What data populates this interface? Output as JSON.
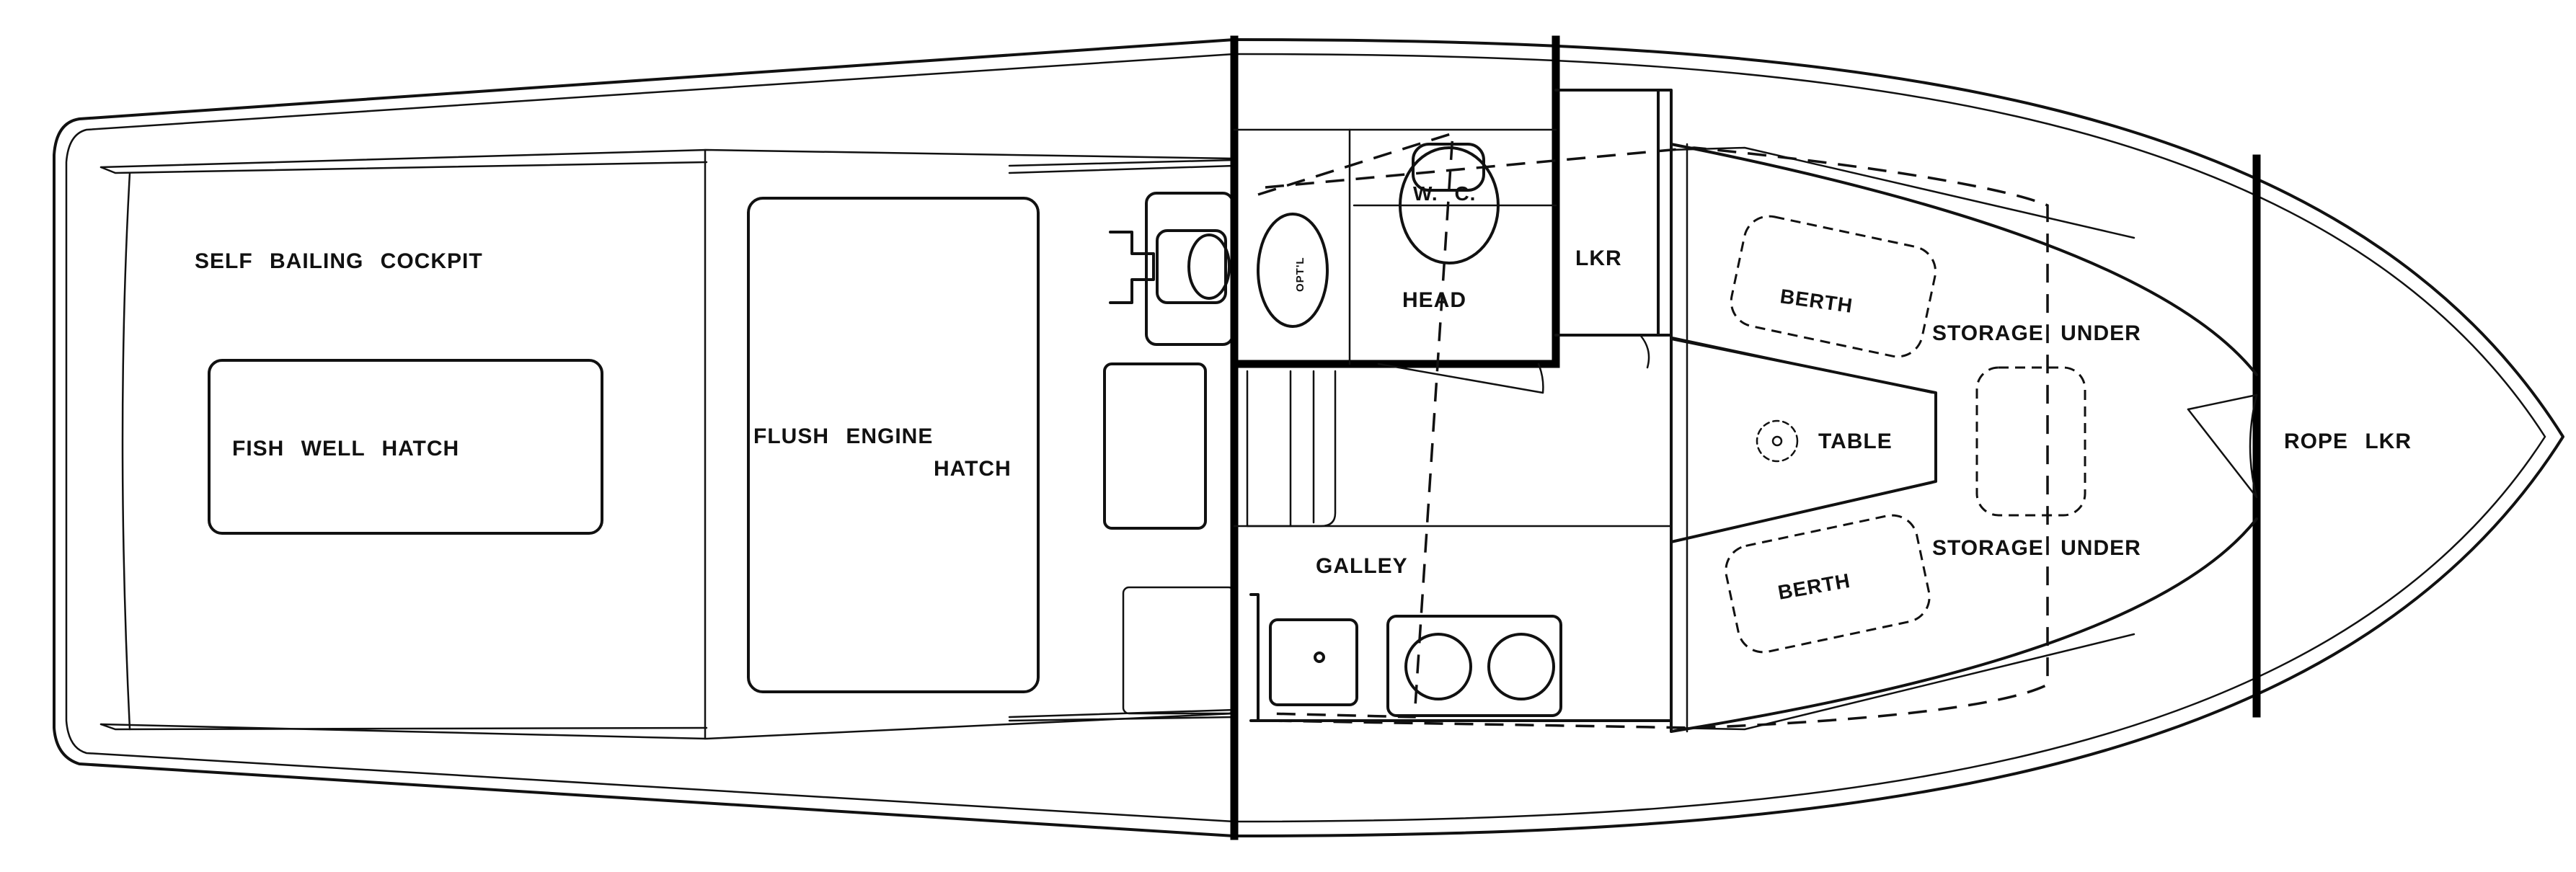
{
  "labels": {
    "cockpit": "SELF  BAILING  COCKPIT",
    "fish_well_hatch": "FISH  WELL  HATCH",
    "flush_engine": "FLUSH    ENGINE",
    "hatch": "HATCH",
    "wc": "W. C.",
    "optional": "OPT'L",
    "head": "HEAD",
    "locker": "LKR",
    "galley": "GALLEY",
    "berth_upper": "BERTH",
    "berth_lower": "BERTH",
    "storage_under_upper": "STORAGE  UNDER",
    "storage_under_lower": "STORAGE  UNDER",
    "table": "TABLE",
    "rope_locker": "ROPE  LKR"
  }
}
